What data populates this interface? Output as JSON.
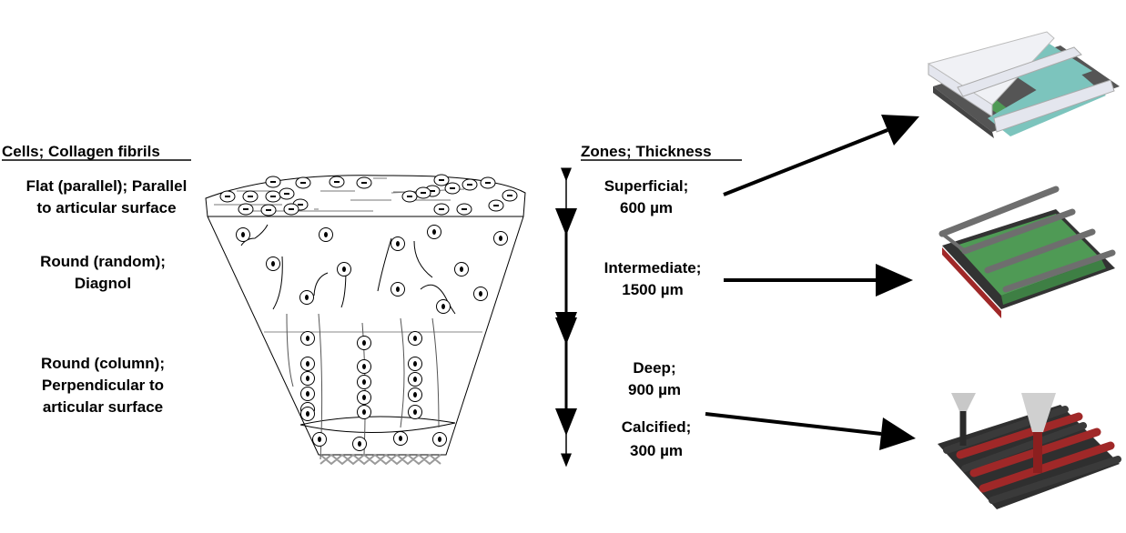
{
  "left": {
    "title": "Cells; Collagen fibrils",
    "zones": [
      {
        "line1": "Flat (parallel); Parallel",
        "line2": "to articular surface"
      },
      {
        "line1": "Round (random);",
        "line2": "Diagnol"
      },
      {
        "line1": "Round (column);",
        "line2": "Perpendicular to",
        "line3": "articular surface"
      }
    ]
  },
  "right": {
    "title": "Zones; Thickness",
    "zones": [
      {
        "name": "Superficial;",
        "thickness": "600 µm"
      },
      {
        "name": "Intermediate;",
        "thickness": "1500 µm"
      },
      {
        "name": "Deep;",
        "thickness": "900 µm"
      },
      {
        "name": "Calcified;",
        "thickness": "300 µm"
      }
    ]
  },
  "colors": {
    "superficial_scaffold": "#7cc4bd",
    "green_scaffold": "#4f9a55",
    "grey_scaffold": "#6e6e6e",
    "red_scaffold": "#a02828",
    "white_layers": "#e4e6ee"
  }
}
